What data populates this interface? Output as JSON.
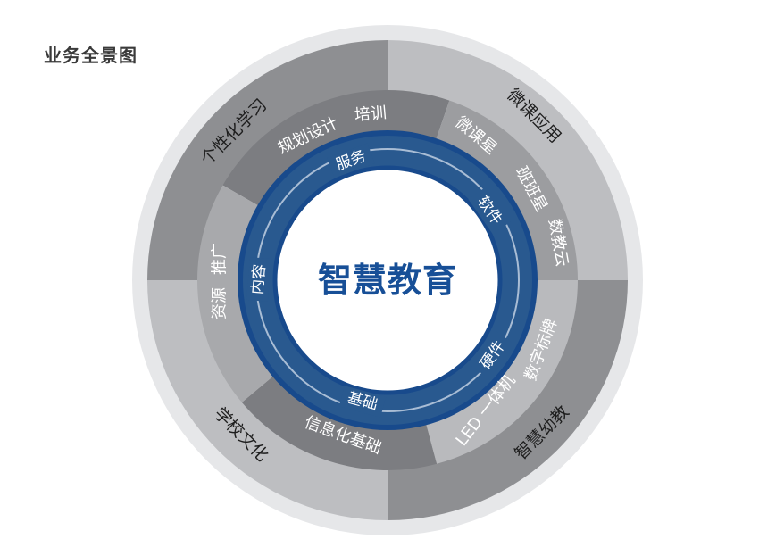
{
  "title": "业务全景图",
  "center": "智慧教育",
  "outer_quadrants": [
    {
      "label": "个性化学习",
      "color": "#8e8f92"
    },
    {
      "label": "微课应用",
      "color": "#bdbec1"
    },
    {
      "label": "智慧幼教",
      "color": "#8e8f92"
    },
    {
      "label": "学校文化",
      "color": "#bdbec1"
    }
  ],
  "middle_segments": [
    {
      "labels": [
        "规划设计",
        "培训"
      ],
      "color": "#7c7d81"
    },
    {
      "labels": [
        "微课星",
        "班班星",
        "数教云"
      ],
      "color": "#9c9da0"
    },
    {
      "labels": [
        "数字标牌",
        "LED 一体机"
      ],
      "color": "#b9babd"
    },
    {
      "labels": [
        "信息化基础"
      ],
      "color": "#7c7d81"
    },
    {
      "labels": [
        "推广",
        "资源"
      ],
      "color": "#a8a9ac"
    }
  ],
  "ring_labels": [
    "服务",
    "软件",
    "硬件",
    "基础",
    "内容"
  ],
  "colors": {
    "outer_rim": "#e6e7e9",
    "blue_ring": "#29598f",
    "blue_edge": "#184a8c",
    "center_text": "#174f97"
  }
}
